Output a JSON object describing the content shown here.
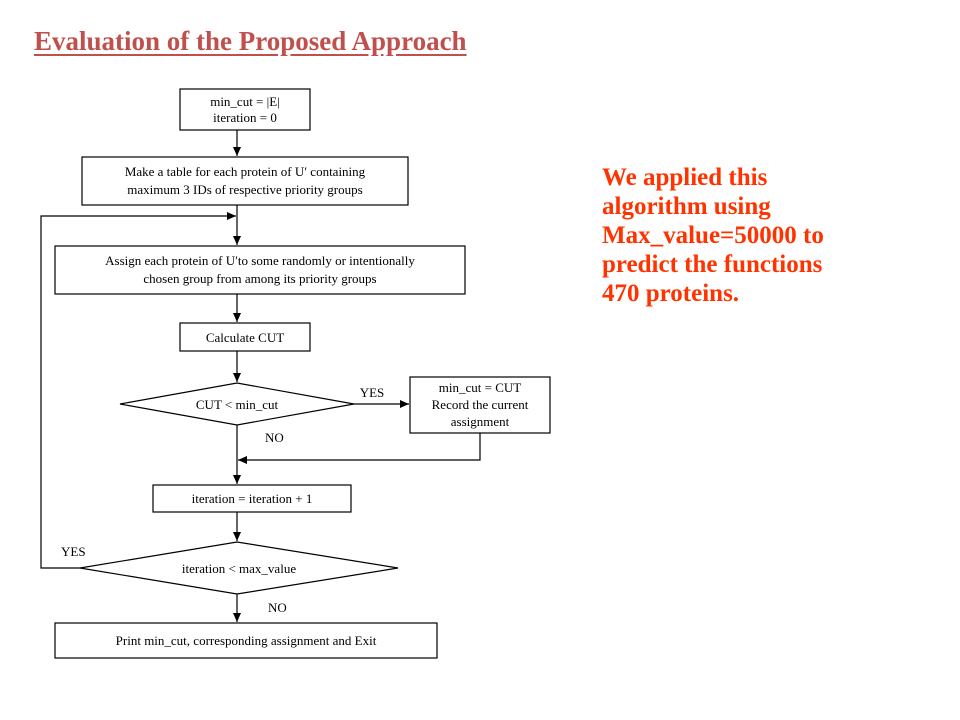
{
  "title": "Evaluation of the Proposed Approach",
  "note": {
    "lines": [
      "We applied this",
      "algorithm using",
      "Max_value=50000 to",
      "predict the functions",
      "470 proteins."
    ]
  },
  "flowchart": {
    "init": [
      "min_cut = |E|",
      "iteration = 0"
    ],
    "table": [
      "Make a table for each protein of U′ containing",
      "maximum 3 IDs of respective priority groups"
    ],
    "assign": [
      "Assign each protein of U′to some randomly or intentionally",
      "chosen group from among its priority groups"
    ],
    "calc": "Calculate CUT",
    "decision1": "CUT < min_cut",
    "yes1": "YES",
    "no1": "NO",
    "record": [
      "min_cut = CUT",
      "Record the current",
      "assignment"
    ],
    "increment": "iteration = iteration + 1",
    "decision2": "iteration < max_value",
    "yes2": "YES",
    "no2": "NO",
    "exit": "Print min_cut, corresponding assignment and Exit"
  }
}
